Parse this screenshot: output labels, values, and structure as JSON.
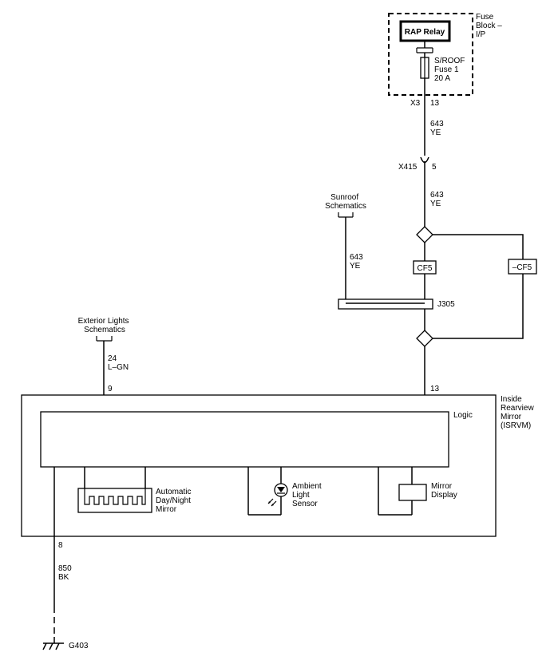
{
  "fuse_block": {
    "title_lines": [
      "Fuse",
      "Block –",
      "I/P"
    ],
    "relay_label": "RAP Relay",
    "fuse_lines": [
      "S/ROOF",
      "Fuse 1",
      "20 A"
    ],
    "connector": "X3",
    "pin": "13"
  },
  "wire_top": {
    "circuit": "643",
    "color": "YE"
  },
  "inline_connector": {
    "name": "X415",
    "pin": "5"
  },
  "wire_mid": {
    "circuit": "643",
    "color": "YE"
  },
  "sunroof": {
    "title_lines": [
      "Sunroof",
      "Schematics"
    ],
    "circuit": "643",
    "color": "YE"
  },
  "splice_pack": {
    "name": "J305"
  },
  "comb": {
    "left": "CF5",
    "right": "–CF5"
  },
  "exterior_lights": {
    "title_lines": [
      "Exterior Lights",
      "Schematics"
    ],
    "circuit": "24",
    "color": "L–GN",
    "pin": "9"
  },
  "isrvm": {
    "pin_right": "13",
    "title_lines": [
      "Inside",
      "Rearview",
      "Mirror",
      "(ISRVM)"
    ],
    "logic_label": "Logic",
    "components": {
      "auto_mirror": [
        "Automatic",
        "Day/Night",
        "Mirror"
      ],
      "ambient_sensor": [
        "Ambient",
        "Light",
        "Sensor"
      ],
      "mirror_display": [
        "Mirror",
        "Display"
      ]
    },
    "ground_pin": "8"
  },
  "ground_wire": {
    "circuit": "850",
    "color": "BK"
  },
  "ground": {
    "name": "G403"
  }
}
